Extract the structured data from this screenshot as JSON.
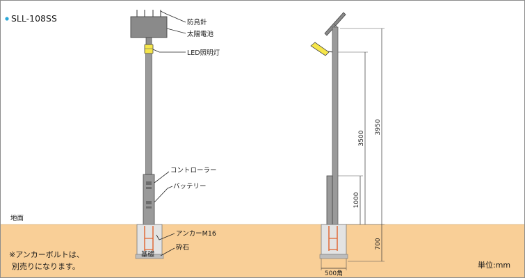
{
  "model_name": "SLL-108SS",
  "ground_label": "地面",
  "labels": {
    "lightning_rod": "防鳥針",
    "solar_panel": "太陽電池",
    "led_light": "LED照明灯",
    "controller": "コントローラー",
    "battery": "バッテリー",
    "anchor_bolt": "アンカーM16",
    "crushed_stone": "砕石",
    "foundation": "基礎"
  },
  "note": {
    "line1": "※アンカーボルトは、",
    "line2": "別売りになります。"
  },
  "dimensions": {
    "total_height": "3950",
    "light_height": "3500",
    "box_height": "1000",
    "foundation_depth": "700",
    "foundation_width": "500角"
  },
  "unit_label": "単位:mm",
  "colors": {
    "ground": "#f9cf97",
    "pole": "#9a9a9a",
    "panel": "#8a8a8a",
    "foundation": "#e3e3e3",
    "anchor": "#e0602a",
    "lamp": "#f6e64a",
    "bullet": "#2aa7d7"
  }
}
